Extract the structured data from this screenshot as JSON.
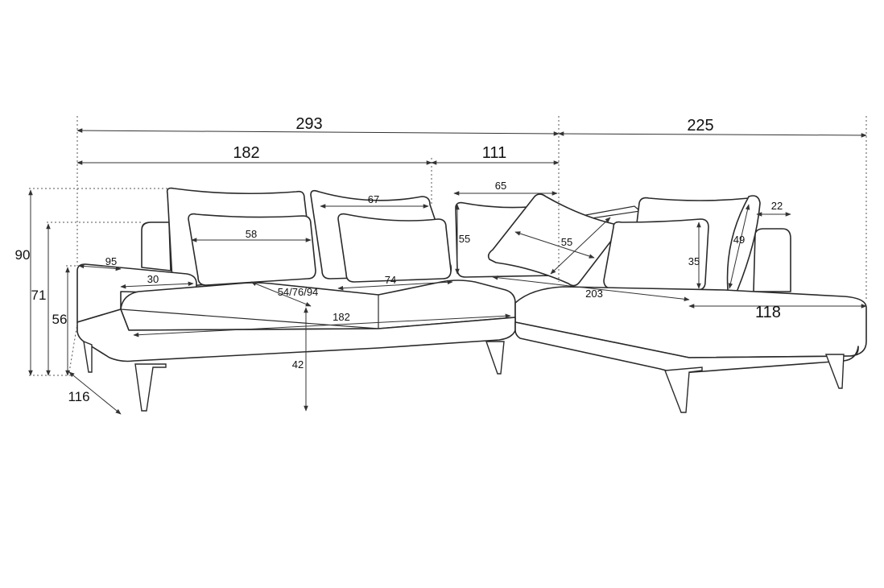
{
  "dimensions": {
    "total_width_left": "293",
    "total_width_right": "225",
    "sofa_section_width": "182",
    "middle_section_width": "111",
    "overall_height": "90",
    "backrest_height": "71",
    "armrest_height": "56",
    "overall_depth": "116",
    "armrest_width": "95",
    "armrest_depth": "30",
    "cushion_width_left": "58",
    "back_cushion_width": "67",
    "seat_depths": "54/76/94",
    "seat_cushion_width": "74",
    "seat_length": "182",
    "seat_height": "42",
    "pillow_width": "65",
    "pillow_height": "55",
    "diamond_pillow_size": "55",
    "chaise_length": "203",
    "chaise_width": "118",
    "small_cushion_height": "35",
    "side_cushion_height": "49",
    "side_panel_width": "22"
  },
  "colors": {
    "line": "#2a2a2a",
    "background": "#ffffff"
  }
}
